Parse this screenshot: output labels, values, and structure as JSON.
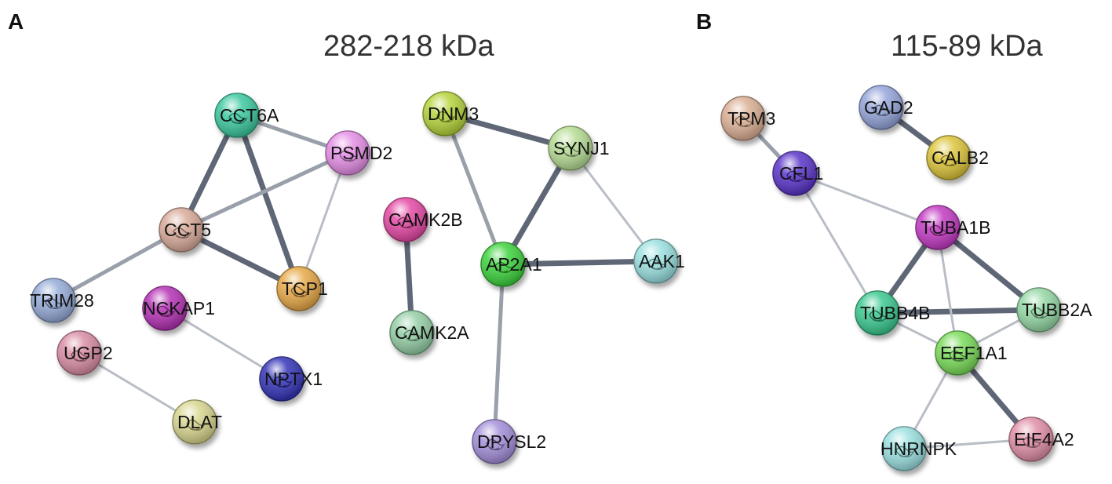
{
  "panels": [
    {
      "letter": "A",
      "title": "282-218 kDa",
      "nodes": [
        {
          "id": "CCT6A",
          "label": "CCT6A",
          "color": "#3cc9a0"
        },
        {
          "id": "PSMD2",
          "label": "PSMD2",
          "color": "#e58fe6"
        },
        {
          "id": "CCT5",
          "label": "CCT5",
          "color": "#d9ab9a"
        },
        {
          "id": "TCP1",
          "label": "TCP1",
          "color": "#e8a94a"
        },
        {
          "id": "TRIM28",
          "label": "TRIM28",
          "color": "#95abd8"
        },
        {
          "id": "NCKAP1",
          "label": "NCKAP1",
          "color": "#b533b5"
        },
        {
          "id": "UGP2",
          "label": "UGP2",
          "color": "#d98ea5"
        },
        {
          "id": "NPTX1",
          "label": "NPTX1",
          "color": "#3434b8"
        },
        {
          "id": "DLAT",
          "label": "DLAT",
          "color": "#d8d68f"
        },
        {
          "id": "DNM3",
          "label": "DNM3",
          "color": "#b5d43a"
        },
        {
          "id": "SYNJ1",
          "label": "SYNJ1",
          "color": "#b6dc94"
        },
        {
          "id": "CAMK2B",
          "label": "CAMK2B",
          "color": "#e54aa5"
        },
        {
          "id": "AP2A1",
          "label": "AP2A1",
          "color": "#3ed33e"
        },
        {
          "id": "AAK1",
          "label": "AAK1",
          "color": "#9be0e0"
        },
        {
          "id": "CAMK2A",
          "label": "CAMK2A",
          "color": "#95cfa6"
        },
        {
          "id": "DPYSL2",
          "label": "DPYSL2",
          "color": "#a58fda"
        }
      ],
      "edges": [
        {
          "source": "CCT6A",
          "target": "CCT5",
          "weight": "strong"
        },
        {
          "source": "CCT6A",
          "target": "TCP1",
          "weight": "strong"
        },
        {
          "source": "CCT5",
          "target": "TCP1",
          "weight": "strong"
        },
        {
          "source": "CCT6A",
          "target": "PSMD2",
          "weight": "medium"
        },
        {
          "source": "CCT5",
          "target": "PSMD2",
          "weight": "medium"
        },
        {
          "source": "PSMD2",
          "target": "TCP1",
          "weight": "weak"
        },
        {
          "source": "CCT5",
          "target": "TRIM28",
          "weight": "medium"
        },
        {
          "source": "NCKAP1",
          "target": "NPTX1",
          "weight": "weak"
        },
        {
          "source": "UGP2",
          "target": "DLAT",
          "weight": "weak"
        },
        {
          "source": "DNM3",
          "target": "SYNJ1",
          "weight": "strong"
        },
        {
          "source": "DNM3",
          "target": "AP2A1",
          "weight": "medium"
        },
        {
          "source": "SYNJ1",
          "target": "AP2A1",
          "weight": "strong"
        },
        {
          "source": "SYNJ1",
          "target": "AAK1",
          "weight": "weak"
        },
        {
          "source": "AP2A1",
          "target": "AAK1",
          "weight": "strong"
        },
        {
          "source": "AP2A1",
          "target": "DPYSL2",
          "weight": "medium"
        },
        {
          "source": "CAMK2B",
          "target": "CAMK2A",
          "weight": "strong"
        }
      ]
    },
    {
      "letter": "B",
      "title": "115-89 kDa",
      "nodes": [
        {
          "id": "TPM3",
          "label": "TPM3",
          "color": "#dbb095"
        },
        {
          "id": "GAD2",
          "label": "GAD2",
          "color": "#95a5da"
        },
        {
          "id": "CALB2",
          "label": "CALB2",
          "color": "#dcc53a"
        },
        {
          "id": "CFL1",
          "label": "CFL1",
          "color": "#5a35c9"
        },
        {
          "id": "TUBA1B",
          "label": "TUBA1B",
          "color": "#c33ac3"
        },
        {
          "id": "TUBB4B",
          "label": "TUBB4B",
          "color": "#3ac98f"
        },
        {
          "id": "TUBB2A",
          "label": "TUBB2A",
          "color": "#95d8a5"
        },
        {
          "id": "EEF1A1",
          "label": "EEF1A1",
          "color": "#7adc5a"
        },
        {
          "id": "HNRNPK",
          "label": "HNRNPK",
          "color": "#9be0e0"
        },
        {
          "id": "EIF4A2",
          "label": "EIF4A2",
          "color": "#e08fa8"
        }
      ],
      "edges": [
        {
          "source": "TPM3",
          "target": "CFL1",
          "weight": "medium"
        },
        {
          "source": "GAD2",
          "target": "CALB2",
          "weight": "strong"
        },
        {
          "source": "CFL1",
          "target": "TUBA1B",
          "weight": "weak"
        },
        {
          "source": "CFL1",
          "target": "TUBB4B",
          "weight": "weak"
        },
        {
          "source": "TUBA1B",
          "target": "TUBB4B",
          "weight": "strong"
        },
        {
          "source": "TUBA1B",
          "target": "TUBB2A",
          "weight": "strong"
        },
        {
          "source": "TUBB4B",
          "target": "TUBB2A",
          "weight": "strong"
        },
        {
          "source": "TUBA1B",
          "target": "EEF1A1",
          "weight": "weak"
        },
        {
          "source": "TUBB4B",
          "target": "EEF1A1",
          "weight": "weak"
        },
        {
          "source": "TUBB2A",
          "target": "EEF1A1",
          "weight": "weak"
        },
        {
          "source": "EEF1A1",
          "target": "EIF4A2",
          "weight": "strong"
        },
        {
          "source": "EEF1A1",
          "target": "HNRNPK",
          "weight": "weak"
        },
        {
          "source": "HNRNPK",
          "target": "EIF4A2",
          "weight": "weak"
        }
      ]
    }
  ]
}
